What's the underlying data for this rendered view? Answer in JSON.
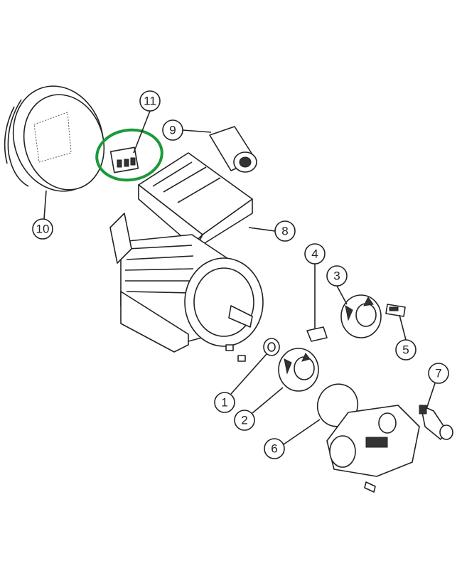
{
  "diagram": {
    "type": "exploded-parts-view",
    "highlight_color": "#1a9a3a",
    "highlighted_part": "11",
    "callouts": [
      {
        "id": "c1",
        "label": "1"
      },
      {
        "id": "c2",
        "label": "2"
      },
      {
        "id": "c3",
        "label": "3"
      },
      {
        "id": "c4",
        "label": "4"
      },
      {
        "id": "c5",
        "label": "5"
      },
      {
        "id": "c6",
        "label": "6"
      },
      {
        "id": "c7",
        "label": "7"
      },
      {
        "id": "c8",
        "label": "8"
      },
      {
        "id": "c9",
        "label": "9"
      },
      {
        "id": "c10",
        "label": "10"
      },
      {
        "id": "c11",
        "label": "11"
      }
    ]
  }
}
